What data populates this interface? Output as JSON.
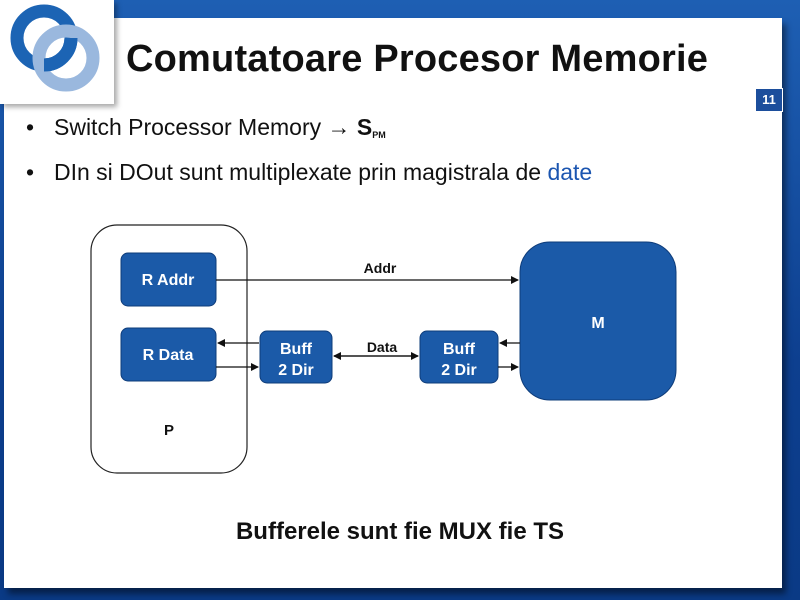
{
  "title": "Comutatoare Procesor Memorie",
  "page_number": "11",
  "bullets": {
    "item1_text": "Switch Processor Memory → ",
    "item1_symbol": "S",
    "item1_subscript": "PM",
    "item2_prefix": "DIn si DOut sunt multiplexate prin magistrala de ",
    "item2_highlight": "date"
  },
  "diagram": {
    "processor_label": "P",
    "r_addr_label": "R Addr",
    "r_data_label": "R Data",
    "buff1_line1": "Buff",
    "buff1_line2": "2 Dir",
    "buff2_line1": "Buff",
    "buff2_line2": "2 Dir",
    "memory_label": "M",
    "addr_bus_label": "Addr",
    "data_bus_label": "Data"
  },
  "caption": "Bufferele sunt fie MUX fie TS",
  "colors": {
    "accent_blue": "#1b5aa8",
    "background_blue": "#1e5fb3",
    "highlight_text": "#1b55b0"
  },
  "icons": {
    "logo": "logo-icon"
  }
}
